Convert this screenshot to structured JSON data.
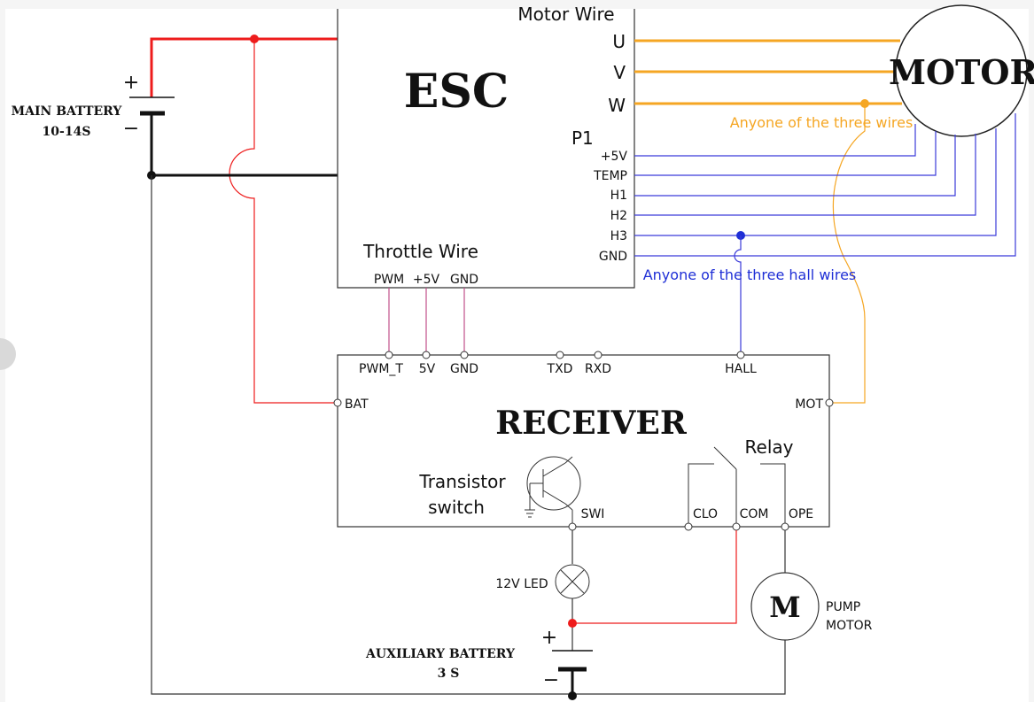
{
  "colors": {
    "power": "#ee1c1c",
    "ground": "#111111",
    "motor_phase": "#f5a623",
    "hall": "#3b3bd9",
    "hall_label": "#1f2fd6",
    "throttle": "#c0508a",
    "box": "#333333"
  },
  "esc": {
    "title": "ESC",
    "motor_wire_label": "Motor Wire",
    "phases": [
      "U",
      "V",
      "W"
    ],
    "p1_label": "P1",
    "p1_pins": [
      "+5V",
      "TEMP",
      "H1",
      "H2",
      "H3",
      "GND"
    ],
    "throttle_label": "Throttle Wire",
    "throttle_pins": [
      "PWM",
      "+5V",
      "GND"
    ]
  },
  "motor": {
    "label": "MOTOR",
    "note": "Anyone of the three wires"
  },
  "hall_note": "Anyone of the three hall wires",
  "main_battery": {
    "label_line1": "MAIN BATTERY",
    "label_line2": "10-14S",
    "plus": "+",
    "minus": "−"
  },
  "receiver": {
    "title": "RECEIVER",
    "top_pins": [
      "PWM_T",
      "5V",
      "GND",
      "TXD",
      "RXD",
      "HALL"
    ],
    "left_pin": "BAT",
    "right_pin": "MOT",
    "transistor_label_line1": "Transistor",
    "transistor_label_line2": "switch",
    "relay_label": "Relay",
    "bottom_pins": [
      "SWI",
      "CLO",
      "COM",
      "OPE"
    ]
  },
  "led_label": "12V LED",
  "pump": {
    "symbol": "M",
    "label_line1": "PUMP",
    "label_line2": "MOTOR"
  },
  "aux_battery": {
    "label_line1": "AUXILIARY BATTERY",
    "label_line2": "3 S",
    "plus": "+",
    "minus": "−"
  }
}
